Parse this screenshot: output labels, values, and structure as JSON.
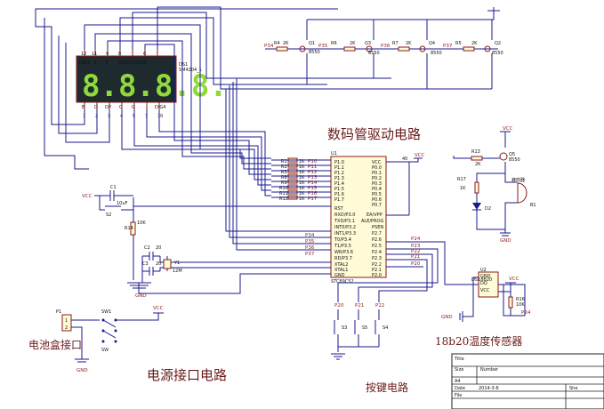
{
  "labels": {
    "digit_driver": "数码管驱动电路",
    "temp_sensor": "18b20温度传感器",
    "power_circuit": "电源接口电路",
    "battery": "电池盒接口",
    "button_circuit": "按键电路"
  },
  "display": {
    "ref": "DS1",
    "part": "SM4204_1",
    "digits": "8.8.8.8.",
    "top_pins": [
      "12",
      "11",
      "9",
      "8",
      "6"
    ],
    "top_segs": [
      "DIG1",
      "A",
      "F",
      "DIG2",
      "DIG3",
      "B"
    ],
    "bottom_pins": [
      "1",
      "2",
      "3",
      "4",
      "5",
      "7",
      "10"
    ],
    "bottom_segs": [
      "E",
      "D",
      "DP",
      "C",
      "G",
      "DIG4"
    ]
  },
  "transistors": [
    {
      "ref": "Q1",
      "part": "8550",
      "net": "P34",
      "res": "R4",
      "val": "2K"
    },
    {
      "ref": "Q3",
      "part": "8550",
      "net": "P35",
      "res": "R6",
      "val": "2K"
    },
    {
      "ref": "Q4",
      "part": "8550",
      "net": "P36",
      "res": "R7",
      "val": "2K"
    },
    {
      "ref": "Q2",
      "part": "8550",
      "net": "P37",
      "res": "R5",
      "val": "2K"
    }
  ],
  "mcu": {
    "ref": "U1",
    "part": "STC89C52",
    "vcc": "VCC",
    "vcc_pin": "40",
    "left_pins": [
      "P1.0",
      "P1.1",
      "P1.2",
      "P1.3",
      "P1.4",
      "P1.5",
      "P1.6",
      "P1.7",
      "RST",
      "RXD/P3.0",
      "TXD/P3.1",
      "INT0/P3.2",
      "INT1/P3.3",
      "T0/P3.4",
      "T1/P3.5",
      "WR/P3.6",
      "RD/P3.7",
      "XTAL2",
      "XTAL1",
      "GND"
    ],
    "right_pins": [
      "VCC",
      "P0.0",
      "P0.1",
      "P0.2",
      "P0.3",
      "P0.4",
      "P0.5",
      "P0.6",
      "P0.7",
      "EA/VPP",
      "ALE/PROG",
      "PSEN",
      "P2.7",
      "P2.6",
      "P2.5",
      "P2.4",
      "P2.3",
      "P2.2",
      "P2.1",
      "P2.0"
    ],
    "left_nets": [
      "P10",
      "P11",
      "P12",
      "P13",
      "P14",
      "P15",
      "P16",
      "P17"
    ],
    "p3_nets": [
      "P34",
      "P35",
      "P36",
      "P37"
    ],
    "p2_nets": [
      "P24",
      "P23",
      "P22",
      "P21",
      "P20"
    ]
  },
  "resistor_array": {
    "refs": [
      "R1",
      "R2",
      "R3",
      "R8",
      "R9",
      "R10",
      "R11",
      "R12"
    ],
    "value": "1K"
  },
  "reset": {
    "c": "C1",
    "c_val": "10uF",
    "s": "S2",
    "r": "R14",
    "r_val": "10K",
    "vcc": "VCC"
  },
  "crystal": {
    "c2": "C2",
    "c3": "C3",
    "c_val": "20",
    "y": "Y1",
    "y_val": "12M",
    "gnd": "GND"
  },
  "buzzer": {
    "r13": "R13",
    "r13_val": "2K",
    "q": "Q5",
    "q_part": "8550",
    "r17": "R17",
    "r17_val": "1K",
    "d": "D2",
    "b": "B1",
    "label": "蜂鸣器",
    "vcc": "VCC",
    "gnd": "GND"
  },
  "ds18b20": {
    "ref": "U2",
    "part": "DS18B20",
    "pins": [
      "GND",
      "DQ",
      "VCC"
    ],
    "r": "R16",
    "r_val": "10K",
    "net": "P24",
    "vcc": "VCC",
    "gnd": "GND"
  },
  "buttons": [
    {
      "ref": "S3",
      "net": "P20"
    },
    {
      "ref": "S5",
      "net": "P21"
    },
    {
      "ref": "S4",
      "net": "P22"
    }
  ],
  "power": {
    "p": "P1",
    "sw": "SW1",
    "vcc": "VCC",
    "gnd": "GND",
    "sw_label": "SW"
  },
  "title_block": {
    "title": "Title",
    "size": "Size",
    "size_val": "A4",
    "number": "Number",
    "date": "Date",
    "date_val": "2014-3-6",
    "file": "File",
    "sheet": "She"
  }
}
